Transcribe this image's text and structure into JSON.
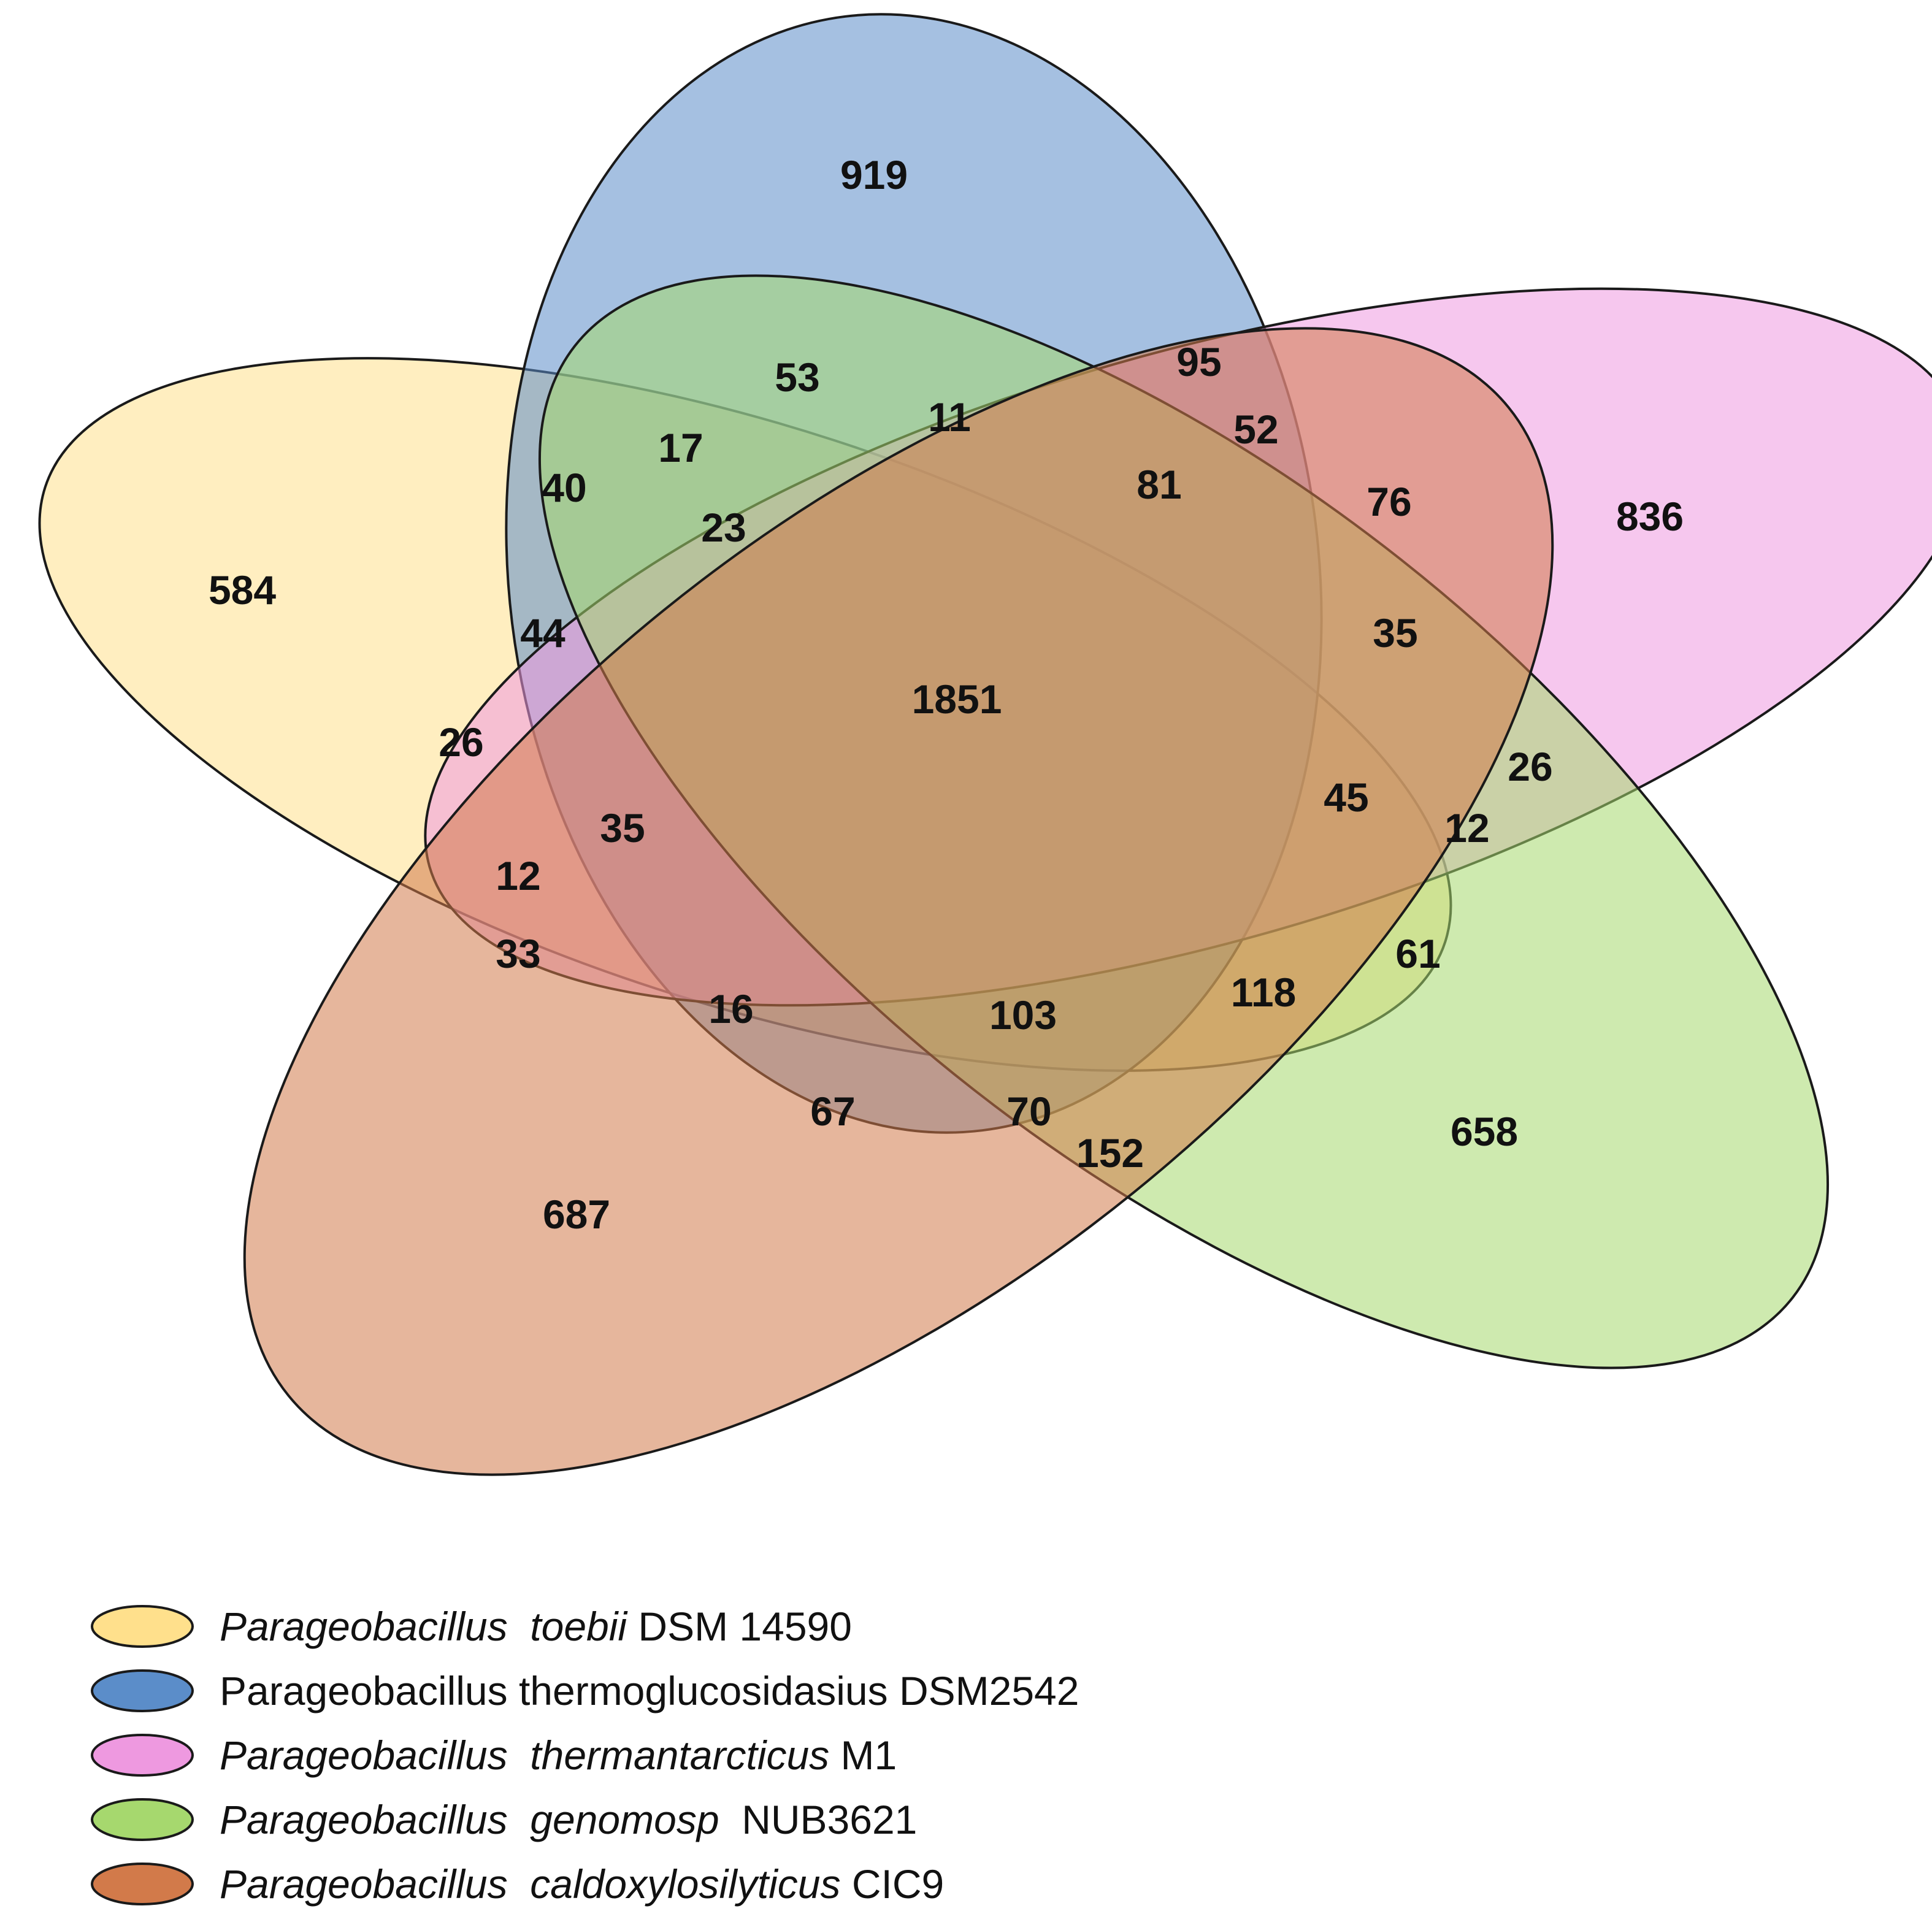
{
  "sets": [
    {
      "id": "toebii",
      "color": "#FFE08C",
      "legend_italic": "Parageobacillus  toebii",
      "legend_plain": " DSM 14590"
    },
    {
      "id": "thermoglucosidasius",
      "color": "#5B8DC9",
      "legend_italic": "",
      "legend_plain": "Parageobacillus thermoglucosidasius DSM2542"
    },
    {
      "id": "thermantarcticus",
      "color": "#EE99E0",
      "legend_italic": "Parageobacillus  thermantarcticus",
      "legend_plain": " M1"
    },
    {
      "id": "genomosp",
      "color": "#A6D86E",
      "legend_italic": "Parageobacillus  genomosp",
      "legend_plain": "  NUB3621"
    },
    {
      "id": "caldoxylosilyticus",
      "color": "#D27A4A",
      "legend_italic": "Parageobacillus  caldoxylosilyticus",
      "legend_plain": " CIC9"
    }
  ],
  "regions": [
    {
      "value": "919"
    },
    {
      "value": "836"
    },
    {
      "value": "584"
    },
    {
      "value": "658"
    },
    {
      "value": "687"
    },
    {
      "value": "1851"
    },
    {
      "value": "95"
    },
    {
      "value": "53"
    },
    {
      "value": "11"
    },
    {
      "value": "52"
    },
    {
      "value": "17"
    },
    {
      "value": "40"
    },
    {
      "value": "81"
    },
    {
      "value": "76"
    },
    {
      "value": "23"
    },
    {
      "value": "44"
    },
    {
      "value": "35"
    },
    {
      "value": "26"
    },
    {
      "value": "26"
    },
    {
      "value": "45"
    },
    {
      "value": "12"
    },
    {
      "value": "35"
    },
    {
      "value": "12"
    },
    {
      "value": "61"
    },
    {
      "value": "33"
    },
    {
      "value": "16"
    },
    {
      "value": "103"
    },
    {
      "value": "118"
    },
    {
      "value": "67"
    },
    {
      "value": "70"
    },
    {
      "value": "152"
    }
  ]
}
